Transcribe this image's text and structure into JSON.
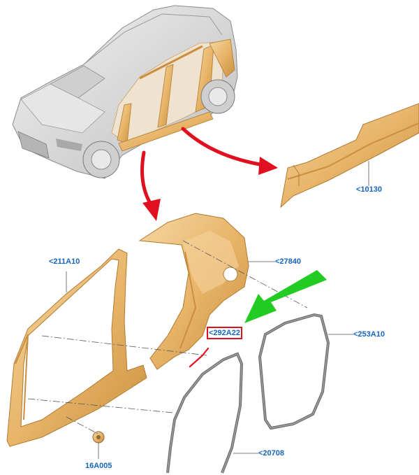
{
  "colors": {
    "part_fill": "#e8b56a",
    "part_shade": "#c98f3e",
    "part_light": "#f6d7a3",
    "car_body": "#d9d9d9",
    "seal": "#6f6f6f",
    "callout_text": "#1565c0",
    "red_arrow": "#e01020",
    "green_arrow": "#22cc22",
    "highlight_box": "#e01020"
  },
  "icons": [
    "vehicle-icon",
    "arrow-red-icon",
    "arrow-green-icon"
  ],
  "callouts": [
    {
      "id": "10130",
      "label": "<10130"
    },
    {
      "id": "211A10",
      "label": "<211A10"
    },
    {
      "id": "27840",
      "label": "<27840"
    },
    {
      "id": "292A22",
      "label": "<292A22",
      "highlighted": true
    },
    {
      "id": "253A10",
      "label": "<253A10"
    },
    {
      "id": "20708",
      "label": "<20708"
    },
    {
      "id": "16A005",
      "label": "16A005"
    }
  ]
}
